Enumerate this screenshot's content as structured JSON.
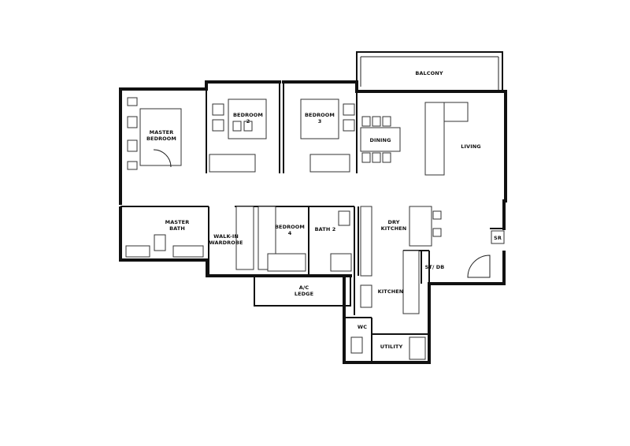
{
  "rooms": {
    "balcony": "BALCONY",
    "master_bedroom": [
      "MASTER",
      "BEDROOM"
    ],
    "bedroom_2": [
      "BEDROOM",
      "2"
    ],
    "bedroom_3": [
      "BEDROOM",
      "3"
    ],
    "dining": "DINING",
    "living": "LIVING",
    "master_bath": [
      "MASTER",
      "BATH"
    ],
    "walk_in_wardrobe": [
      "WALK-IN",
      "WARDROBE"
    ],
    "bedroom_4": [
      "BEDROOM",
      "4"
    ],
    "bath_2": "BATH 2",
    "dry_kitchen": [
      "DRY",
      "KITCHEN"
    ],
    "sr": "SR",
    "st_db": "ST/ DB",
    "ac_ledge": [
      "A/C",
      "LEDGE"
    ],
    "kitchen": "KITCHEN",
    "wc": "WC",
    "utility": "UTILITY"
  }
}
